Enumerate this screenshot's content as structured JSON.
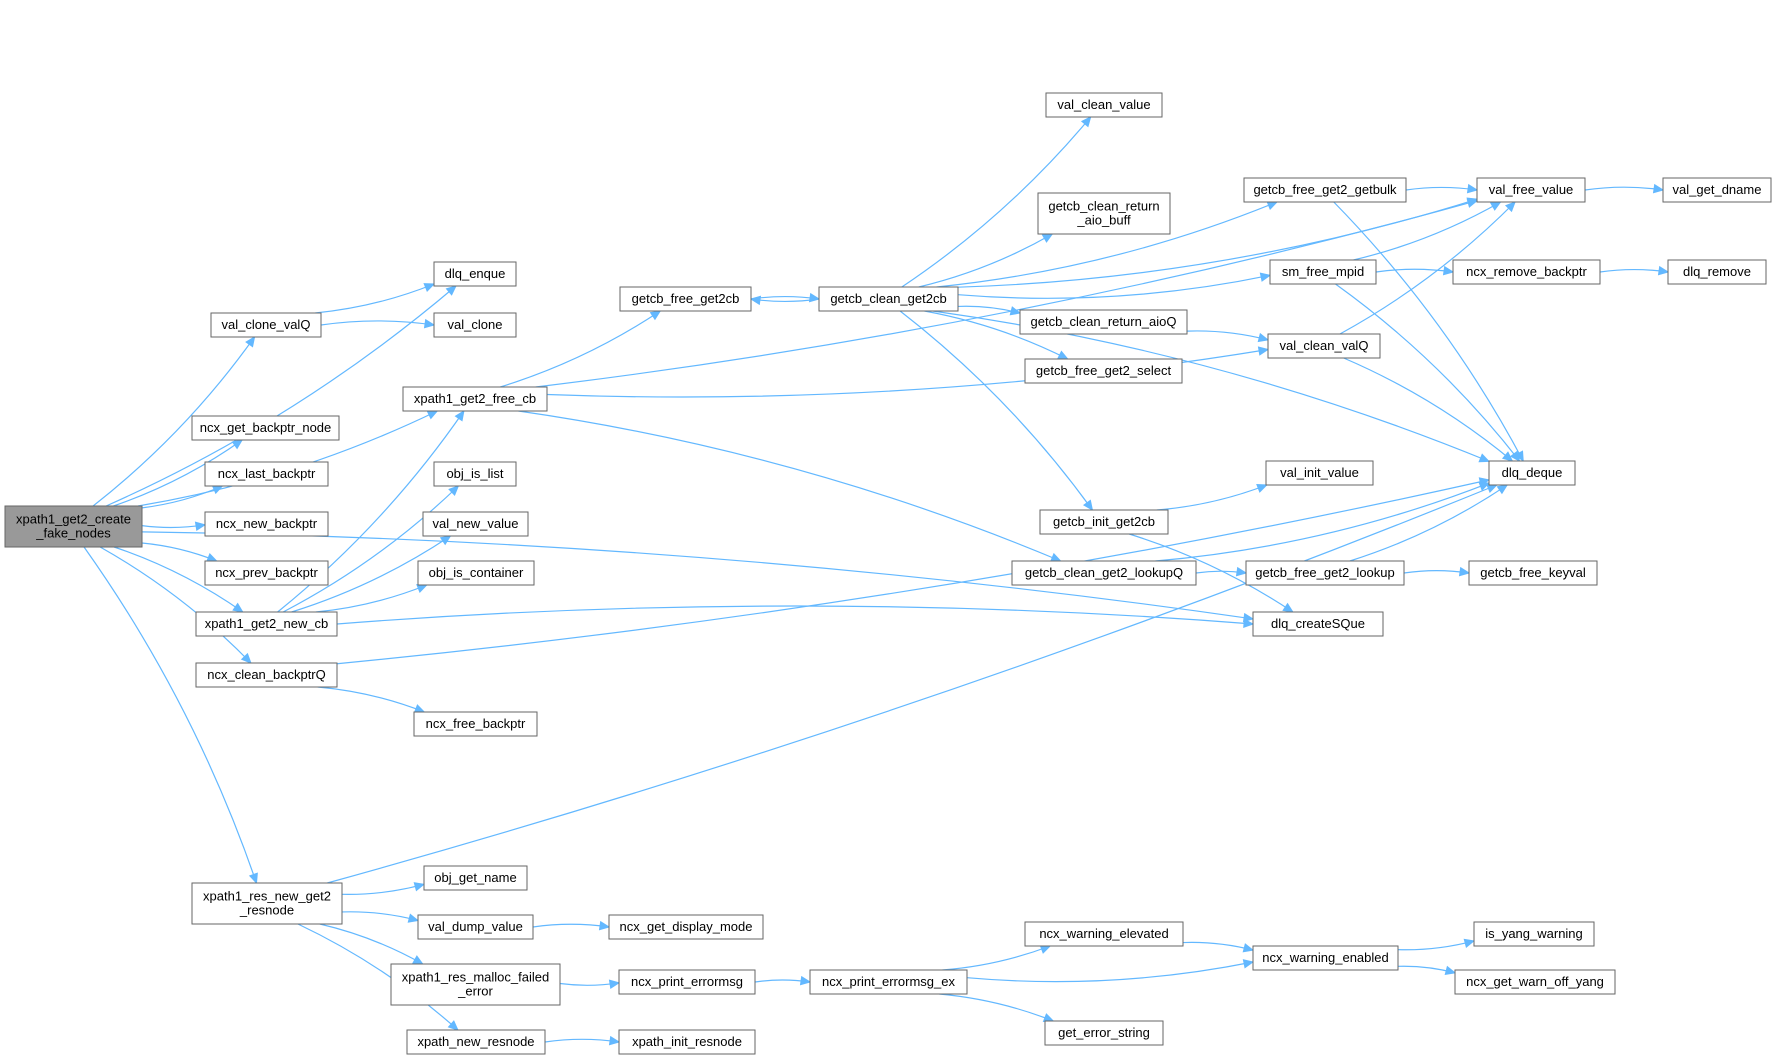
{
  "nodes": [
    {
      "id": "root",
      "label": [
        "xpath1_get2_create",
        "_fake_nodes"
      ],
      "root": true
    },
    {
      "id": "dlq_enque",
      "label": [
        "dlq_enque"
      ]
    },
    {
      "id": "val_clone_valQ",
      "label": [
        "val_clone_valQ"
      ]
    },
    {
      "id": "val_clone",
      "label": [
        "val_clone"
      ]
    },
    {
      "id": "xpath1_get2_free_cb",
      "label": [
        "xpath1_get2_free_cb"
      ]
    },
    {
      "id": "ncx_get_backptr_node",
      "label": [
        "ncx_get_backptr_node"
      ]
    },
    {
      "id": "ncx_last_backptr",
      "label": [
        "ncx_last_backptr"
      ]
    },
    {
      "id": "ncx_new_backptr",
      "label": [
        "ncx_new_backptr"
      ]
    },
    {
      "id": "ncx_prev_backptr",
      "label": [
        "ncx_prev_backptr"
      ]
    },
    {
      "id": "xpath1_get2_new_cb",
      "label": [
        "xpath1_get2_new_cb"
      ]
    },
    {
      "id": "ncx_clean_backptrQ",
      "label": [
        "ncx_clean_backptrQ"
      ]
    },
    {
      "id": "ncx_free_backptr",
      "label": [
        "ncx_free_backptr"
      ]
    },
    {
      "id": "obj_is_list",
      "label": [
        "obj_is_list"
      ]
    },
    {
      "id": "val_new_value",
      "label": [
        "val_new_value"
      ]
    },
    {
      "id": "obj_is_container",
      "label": [
        "obj_is_container"
      ]
    },
    {
      "id": "getcb_free_get2cb",
      "label": [
        "getcb_free_get2cb"
      ]
    },
    {
      "id": "getcb_clean_get2cb",
      "label": [
        "getcb_clean_get2cb"
      ]
    },
    {
      "id": "val_clean_value",
      "label": [
        "val_clean_value"
      ]
    },
    {
      "id": "getcb_clean_return_aio_buff",
      "label": [
        "getcb_clean_return",
        "_aio_buff"
      ]
    },
    {
      "id": "getcb_clean_return_aioQ",
      "label": [
        "getcb_clean_return_aioQ"
      ]
    },
    {
      "id": "getcb_free_get2_select",
      "label": [
        "getcb_free_get2_select"
      ]
    },
    {
      "id": "getcb_init_get2cb",
      "label": [
        "getcb_init_get2cb"
      ]
    },
    {
      "id": "getcb_clean_get2_lookupQ",
      "label": [
        "getcb_clean_get2_lookupQ"
      ]
    },
    {
      "id": "getcb_free_get2_getbulk",
      "label": [
        "getcb_free_get2_getbulk"
      ]
    },
    {
      "id": "sm_free_mpid",
      "label": [
        "sm_free_mpid"
      ]
    },
    {
      "id": "val_clean_valQ",
      "label": [
        "val_clean_valQ"
      ]
    },
    {
      "id": "val_init_value",
      "label": [
        "val_init_value"
      ]
    },
    {
      "id": "getcb_free_get2_lookup",
      "label": [
        "getcb_free_get2_lookup"
      ]
    },
    {
      "id": "dlq_createSQue",
      "label": [
        "dlq_createSQue"
      ]
    },
    {
      "id": "val_free_value",
      "label": [
        "val_free_value"
      ]
    },
    {
      "id": "val_get_dname",
      "label": [
        "val_get_dname"
      ]
    },
    {
      "id": "ncx_remove_backptr",
      "label": [
        "ncx_remove_backptr"
      ]
    },
    {
      "id": "dlq_remove",
      "label": [
        "dlq_remove"
      ]
    },
    {
      "id": "dlq_deque",
      "label": [
        "dlq_deque"
      ]
    },
    {
      "id": "getcb_free_keyval",
      "label": [
        "getcb_free_keyval"
      ]
    },
    {
      "id": "xpath1_res_new_get2_resnode",
      "label": [
        "xpath1_res_new_get2",
        "_resnode"
      ]
    },
    {
      "id": "obj_get_name",
      "label": [
        "obj_get_name"
      ]
    },
    {
      "id": "val_dump_value",
      "label": [
        "val_dump_value"
      ]
    },
    {
      "id": "ncx_get_display_mode",
      "label": [
        "ncx_get_display_mode"
      ]
    },
    {
      "id": "xpath1_res_malloc_failed_error",
      "label": [
        "xpath1_res_malloc_failed",
        "_error"
      ]
    },
    {
      "id": "ncx_print_errormsg",
      "label": [
        "ncx_print_errormsg"
      ]
    },
    {
      "id": "ncx_print_errormsg_ex",
      "label": [
        "ncx_print_errormsg_ex"
      ]
    },
    {
      "id": "ncx_warning_elevated",
      "label": [
        "ncx_warning_elevated"
      ]
    },
    {
      "id": "ncx_warning_enabled",
      "label": [
        "ncx_warning_enabled"
      ]
    },
    {
      "id": "get_error_string",
      "label": [
        "get_error_string"
      ]
    },
    {
      "id": "is_yang_warning",
      "label": [
        "is_yang_warning"
      ]
    },
    {
      "id": "ncx_get_warn_off_yang",
      "label": [
        "ncx_get_warn_off_yang"
      ]
    },
    {
      "id": "xpath_new_resnode",
      "label": [
        "xpath_new_resnode"
      ]
    },
    {
      "id": "xpath_init_resnode",
      "label": [
        "xpath_init_resnode"
      ]
    }
  ],
  "edges": [
    [
      "root",
      "dlq_enque"
    ],
    [
      "root",
      "val_clone_valQ"
    ],
    [
      "root",
      "xpath1_get2_free_cb"
    ],
    [
      "root",
      "ncx_get_backptr_node"
    ],
    [
      "root",
      "ncx_last_backptr"
    ],
    [
      "root",
      "ncx_new_backptr"
    ],
    [
      "root",
      "ncx_prev_backptr"
    ],
    [
      "root",
      "xpath1_get2_new_cb"
    ],
    [
      "root",
      "ncx_clean_backptrQ"
    ],
    [
      "root",
      "dlq_createSQue"
    ],
    [
      "root",
      "xpath1_res_new_get2_resnode"
    ],
    [
      "val_clone_valQ",
      "dlq_enque"
    ],
    [
      "val_clone_valQ",
      "val_clone"
    ],
    [
      "xpath1_get2_free_cb",
      "getcb_free_get2cb"
    ],
    [
      "xpath1_get2_free_cb",
      "val_free_value"
    ],
    [
      "xpath1_get2_free_cb",
      "val_clean_valQ"
    ],
    [
      "xpath1_get2_free_cb",
      "getcb_clean_get2_lookupQ"
    ],
    [
      "xpath1_get2_new_cb",
      "xpath1_get2_free_cb"
    ],
    [
      "xpath1_get2_new_cb",
      "obj_is_list"
    ],
    [
      "xpath1_get2_new_cb",
      "val_new_value"
    ],
    [
      "xpath1_get2_new_cb",
      "obj_is_container"
    ],
    [
      "xpath1_get2_new_cb",
      "dlq_createSQue"
    ],
    [
      "ncx_clean_backptrQ",
      "ncx_free_backptr"
    ],
    [
      "ncx_clean_backptrQ",
      "dlq_deque"
    ],
    [
      "getcb_free_get2cb",
      "getcb_clean_get2cb"
    ],
    [
      "getcb_clean_get2cb",
      "getcb_free_get2cb"
    ],
    [
      "getcb_clean_get2cb",
      "val_free_value"
    ],
    [
      "getcb_clean_get2cb",
      "val_clean_value"
    ],
    [
      "getcb_clean_get2cb",
      "getcb_free_get2_getbulk"
    ],
    [
      "getcb_clean_get2cb",
      "getcb_clean_return_aio_buff"
    ],
    [
      "getcb_clean_get2cb",
      "sm_free_mpid"
    ],
    [
      "getcb_clean_get2cb",
      "getcb_clean_return_aioQ"
    ],
    [
      "getcb_clean_get2cb",
      "getcb_free_get2_select"
    ],
    [
      "getcb_clean_get2cb",
      "dlq_deque"
    ],
    [
      "getcb_clean_get2cb",
      "getcb_init_get2cb"
    ],
    [
      "getcb_clean_return_aioQ",
      "val_clean_valQ"
    ],
    [
      "getcb_init_get2cb",
      "val_init_value"
    ],
    [
      "getcb_init_get2cb",
      "dlq_createSQue"
    ],
    [
      "getcb_clean_get2_lookupQ",
      "dlq_deque"
    ],
    [
      "getcb_clean_get2_lookupQ",
      "getcb_free_get2_lookup"
    ],
    [
      "getcb_free_get2_getbulk",
      "val_free_value"
    ],
    [
      "getcb_free_get2_getbulk",
      "dlq_deque"
    ],
    [
      "sm_free_mpid",
      "val_free_value"
    ],
    [
      "sm_free_mpid",
      "ncx_remove_backptr"
    ],
    [
      "sm_free_mpid",
      "dlq_deque"
    ],
    [
      "val_clean_valQ",
      "val_free_value"
    ],
    [
      "val_clean_valQ",
      "dlq_deque"
    ],
    [
      "getcb_free_get2_lookup",
      "dlq_deque"
    ],
    [
      "getcb_free_get2_lookup",
      "getcb_free_keyval"
    ],
    [
      "val_free_value",
      "val_get_dname"
    ],
    [
      "ncx_remove_backptr",
      "dlq_remove"
    ],
    [
      "xpath1_res_new_get2_resnode",
      "dlq_deque"
    ],
    [
      "xpath1_res_new_get2_resnode",
      "obj_get_name"
    ],
    [
      "xpath1_res_new_get2_resnode",
      "val_dump_value"
    ],
    [
      "xpath1_res_new_get2_resnode",
      "xpath1_res_malloc_failed_error"
    ],
    [
      "xpath1_res_new_get2_resnode",
      "xpath_new_resnode"
    ],
    [
      "val_dump_value",
      "ncx_get_display_mode"
    ],
    [
      "xpath1_res_malloc_failed_error",
      "ncx_print_errormsg"
    ],
    [
      "ncx_print_errormsg",
      "ncx_print_errormsg_ex"
    ],
    [
      "ncx_print_errormsg_ex",
      "ncx_warning_elevated"
    ],
    [
      "ncx_print_errormsg_ex",
      "ncx_warning_enabled"
    ],
    [
      "ncx_print_errormsg_ex",
      "get_error_string"
    ],
    [
      "ncx_warning_elevated",
      "ncx_warning_enabled"
    ],
    [
      "ncx_warning_enabled",
      "is_yang_warning"
    ],
    [
      "ncx_warning_enabled",
      "ncx_get_warn_off_yang"
    ],
    [
      "xpath_new_resnode",
      "xpath_init_resnode"
    ]
  ],
  "colors": {
    "edge": "#63b8ff",
    "node_border": "#666666",
    "root_fill": "#999999"
  }
}
